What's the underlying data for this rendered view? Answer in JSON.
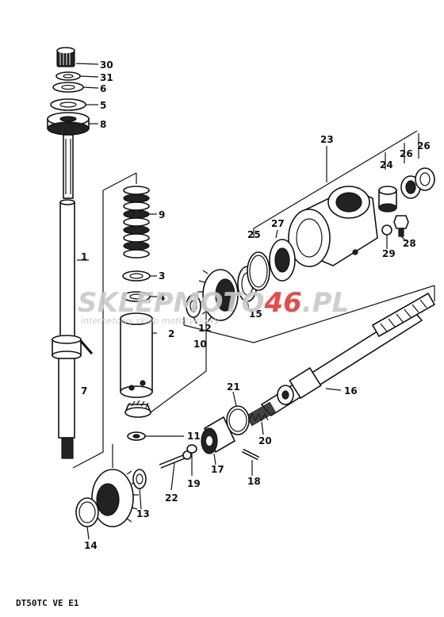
{
  "diagram": {
    "model_code": "DT50TC VE E1",
    "watermark": {
      "brand_main": "SKLEPMOTO",
      "brand_accent": "46",
      "brand_suffix": ".PL",
      "tagline": "internetowy sklep motocyklowy",
      "main_color": "#c9c9c9",
      "accent_color": "#e03a3a"
    },
    "callouts": [
      "1",
      "2",
      "3",
      "4",
      "5",
      "6",
      "7",
      "8",
      "9",
      "10",
      "11",
      "12",
      "13",
      "14",
      "15",
      "16",
      "17",
      "18",
      "19",
      "20",
      "21",
      "22",
      "23",
      "24",
      "25",
      "26",
      "27",
      "28",
      "29",
      "30",
      "31"
    ]
  }
}
